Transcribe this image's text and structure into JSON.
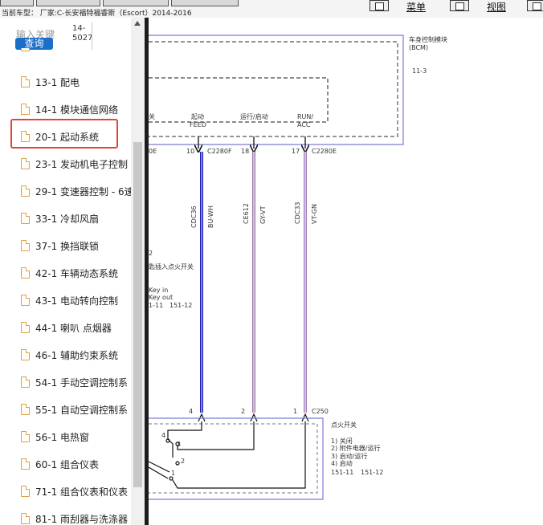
{
  "topbar": {
    "vehicle_info": "当前车型：  厂家:C-长安福特福睿斯（Escort）2014-2016",
    "menu_label": "菜单",
    "view_label": "视图"
  },
  "search": {
    "placeholder": "输入关键",
    "button_label": "查询",
    "code_line1": "14-",
    "code_line2": "5027"
  },
  "tree_items": [
    "13-1 配电",
    "14-1 模块通信网络",
    "20-1 起动系统",
    "23-1 发动机电子控制",
    "29-1 变速器控制 - 6速",
    "33-1 冷却风扇",
    "37-1 换挡联锁",
    "42-1 车辆动态系统",
    "43-1 电动转向控制",
    "44-1 喇叭 点烟器",
    "46-1 辅助约束系统",
    "54-1 手动空调控制系",
    "55-1 自动空调控制系",
    "56-1 电热窗",
    "60-1 组合仪表",
    "71-1 组合仪表和仪表",
    "81-1 雨刮器与洗涤器"
  ],
  "diagram": {
    "bcm_title": "车身控制模块",
    "bcm_abbr": "(BCM)",
    "bcm_ref": "11-3",
    "pin_partial_label": "关",
    "pin_feed_cn": "起动",
    "pin_feed_en": "FEED",
    "pin_run_cn": "运行/启动",
    "pin_acc_en1": "RUN/",
    "pin_acc_en2": "ACC",
    "pin10": "10",
    "pin18": "18",
    "pin17": "17",
    "pin_left_partial": "0E",
    "conn_feed": "C2280F",
    "conn_acc": "C2280E",
    "wire1_code": "CDC36",
    "wire1_color": "BU-WH",
    "wire2_code": "CE612",
    "wire2_color": "GY-VT",
    "wire3_code": "CDC33",
    "wire3_color": "VT-GN",
    "note_num": "2",
    "note_text": "匙插入点火开关",
    "key_in": "Key in",
    "key_out": "Key out",
    "key_ref1": "1-11",
    "key_ref2": "151-12",
    "bot_pin4": "4",
    "bot_pin2": "2",
    "bot_pin1": "1",
    "conn_ign": "C250",
    "ign_title": "点火开关",
    "ign_pos1": "1) 关闭",
    "ign_pos2": "2) 附件电器/运行",
    "ign_pos3": "3) 启动/运行",
    "ign_pos4": "4) 启动",
    "ign_ref1": "151-11",
    "ign_ref2": "151-12",
    "sw_pos4": "4",
    "sw_pos3": "3",
    "sw_pos2": "2",
    "sw_pos1": "1"
  }
}
